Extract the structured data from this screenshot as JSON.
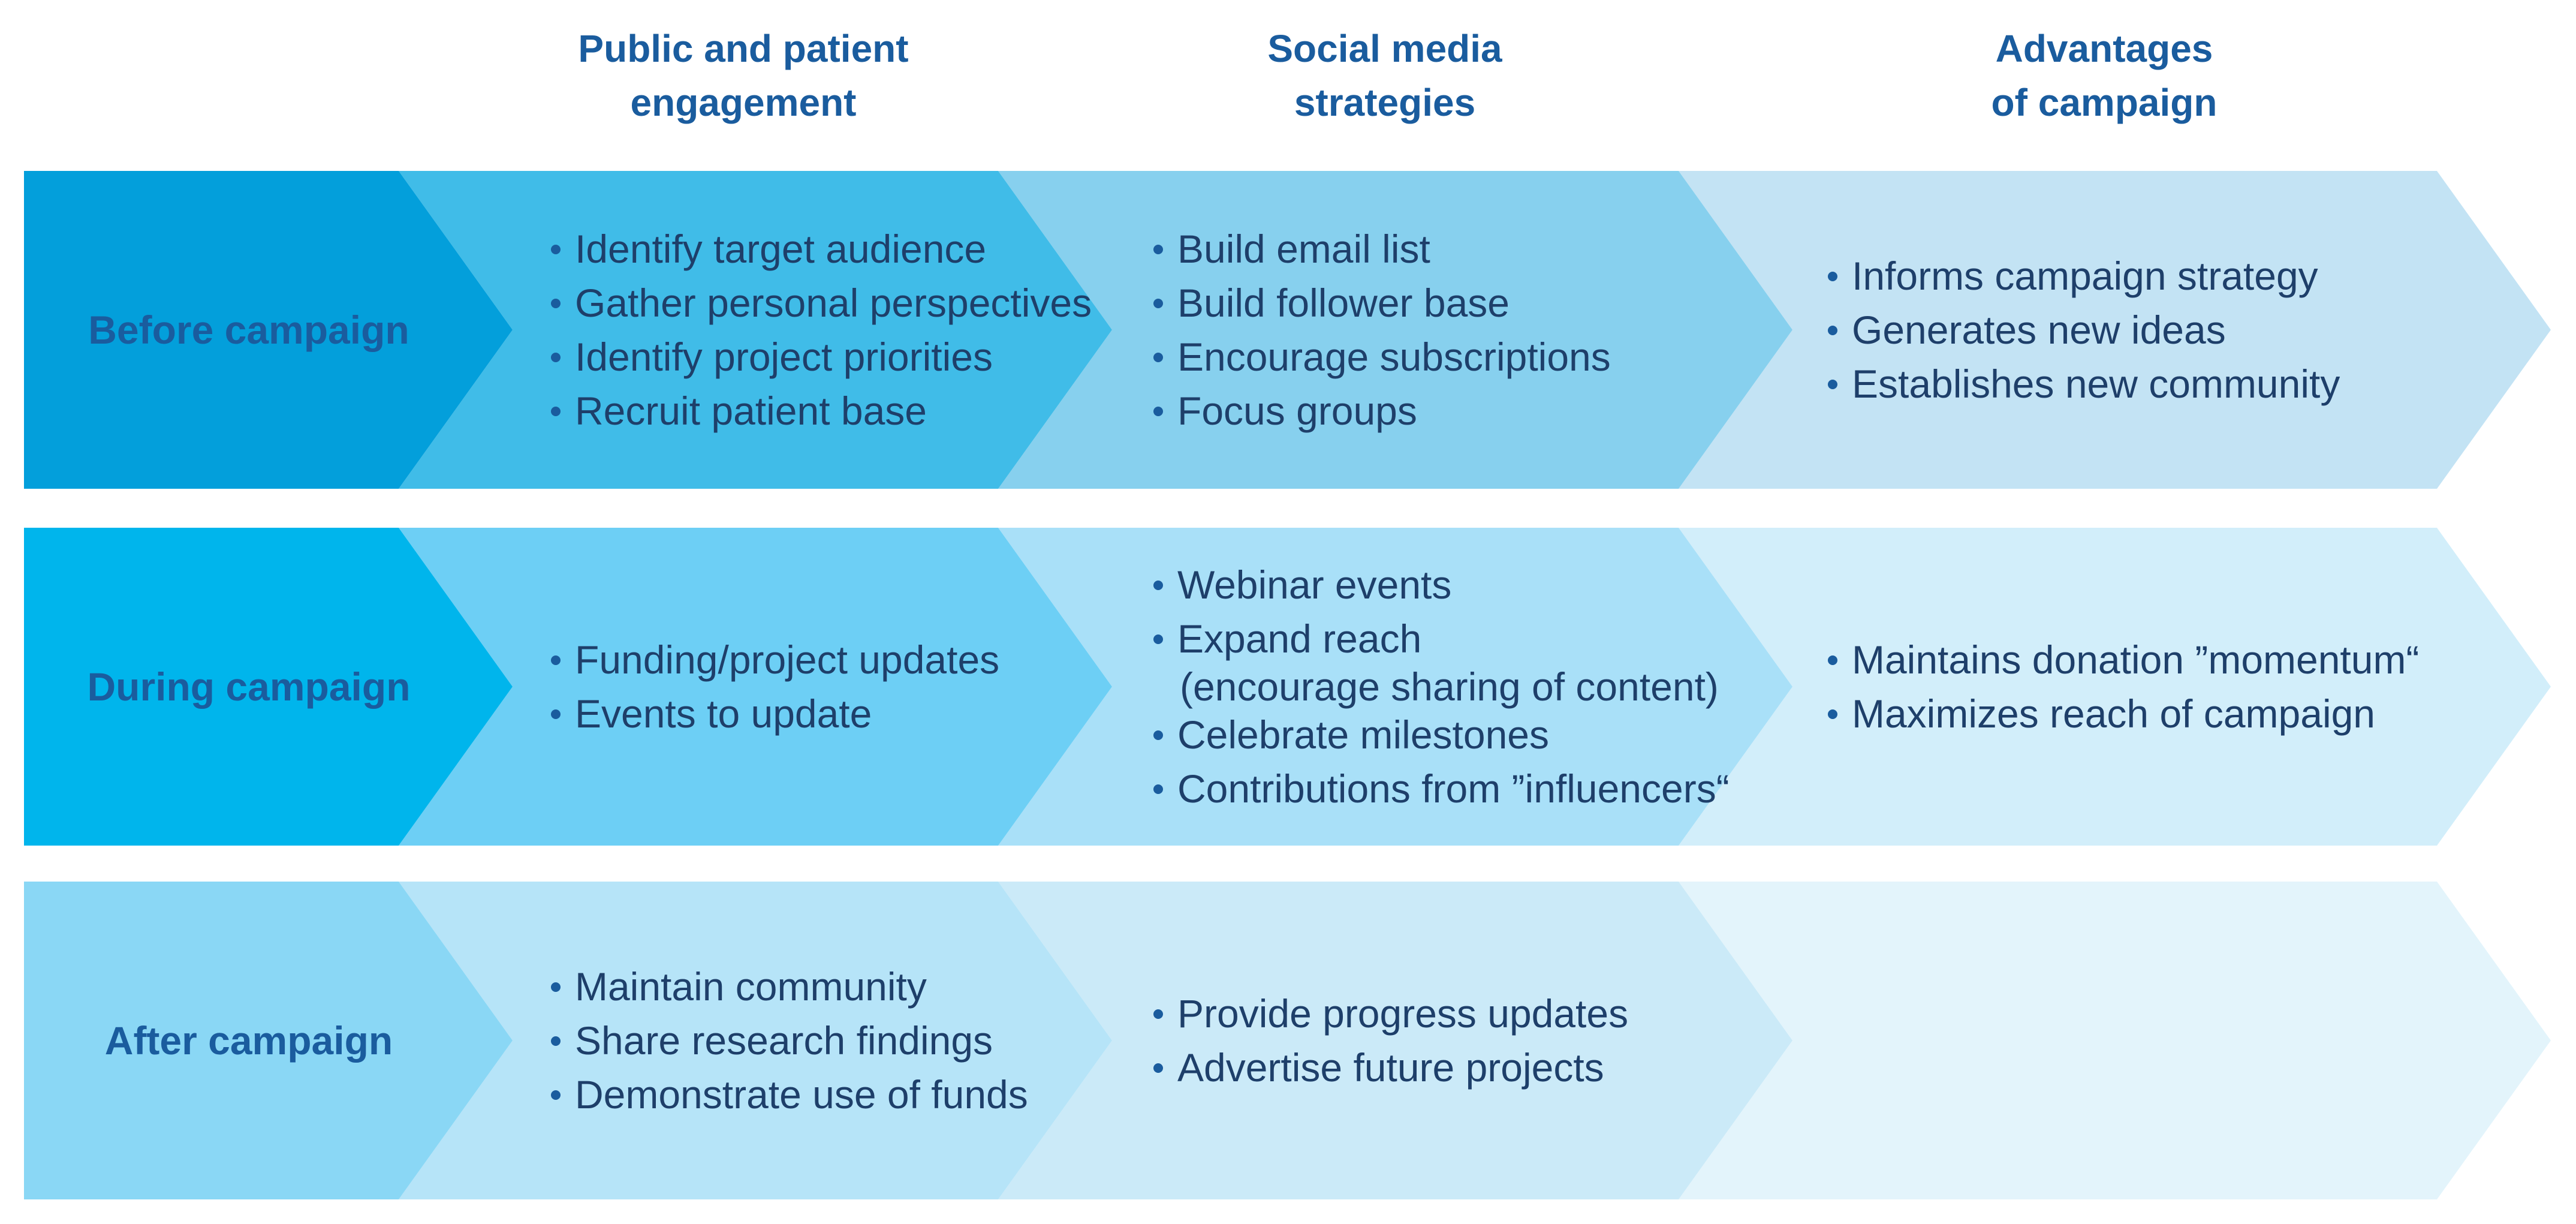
{
  "headers": {
    "engagement": [
      "Public and patient",
      "engagement"
    ],
    "social": [
      "Social media",
      "strategies"
    ],
    "advantages": [
      "Advantages",
      "of campaign"
    ]
  },
  "rows": [
    {
      "label": "Before campaign",
      "engagement": [
        "Identify target audience",
        "Gather personal perspectives",
        "Identify project priorities",
        "Recruit patient base"
      ],
      "social": [
        "Build email list",
        "Build follower base",
        "Encourage subscriptions",
        "Focus groups"
      ],
      "advantages": [
        "Informs campaign strategy",
        "Generates new ideas",
        "Establishes new community"
      ]
    },
    {
      "label": "During campaign",
      "engagement": [
        "Funding/project updates",
        "Events to update"
      ],
      "social": {
        "webinar": "Webinar events",
        "expand": "Expand reach",
        "expand_note": "(encourage sharing of content)",
        "milestones": "Celebrate milestones",
        "influencers": "Contributions from ”influencers“"
      },
      "advantages": [
        "Maintains donation ”momentum“",
        "Maximizes reach of campaign"
      ]
    },
    {
      "label": "After campaign",
      "engagement": [
        "Maintain community",
        "Share research findings",
        "Demonstrate use of funds"
      ],
      "social": [
        "Provide progress updates",
        "Advertise future projects"
      ],
      "advantages": []
    }
  ],
  "colors": {
    "heading": "#1a5c9e",
    "body_text": "#1e3f6a",
    "before": [
      "#039fdb",
      "#40bce8",
      "#87d0ee",
      "#c3e3f4"
    ],
    "during": [
      "#00b5ec",
      "#6dcff5",
      "#a9e0f8",
      "#d2eefa"
    ],
    "after": [
      "#8ad7f5",
      "#b6e4f8",
      "#cbeaf8",
      "#e3f4fb"
    ]
  }
}
